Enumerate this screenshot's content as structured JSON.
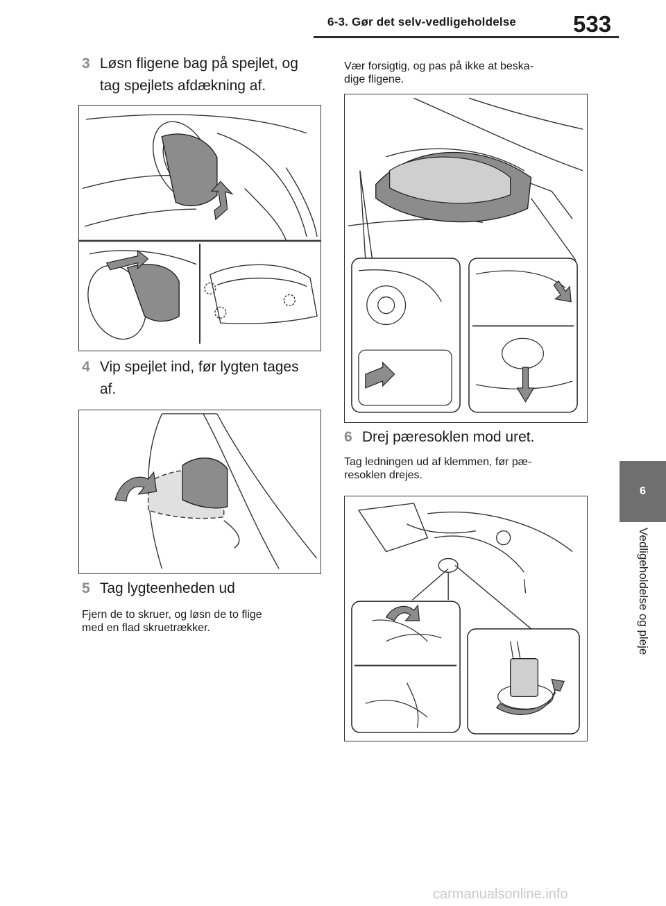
{
  "header": {
    "section": "6-3. Gør det selv-vedligeholdelse",
    "page_number": "533"
  },
  "side_tab": {
    "chapter": "6",
    "label": "Vedligeholdelse og pleje"
  },
  "steps": [
    {
      "number": "3",
      "text_line1": "Løsn fligene bag på spejlet, og",
      "text_line2": "tag spejlets afdækning af."
    },
    {
      "number": "4",
      "text_line1": "Vip spejlet ind, før lygten tages",
      "text_line2": "af."
    },
    {
      "number": "5",
      "text_line1": "Tag lygteenheden ud",
      "note_line1": "Fjern de to skruer, og løsn de to flige",
      "note_line2": "med en flad skruetrækker."
    },
    {
      "number": "6",
      "text_line1": "Drej pæresoklen mod uret.",
      "note_line1": "Tag ledningen ud af klemmen, før pæ-",
      "note_line2": "resoklen drejes."
    }
  ],
  "caution": {
    "line1": "Vær forsigtig, og pas på ikke at beska-",
    "line2": "dige fligene."
  },
  "watermark": "carmanualsonline.info",
  "colors": {
    "step_number": "#8a8a8a",
    "side_tab_bg": "#6f6f6f",
    "arrow_fill": "#8c8c8c"
  }
}
